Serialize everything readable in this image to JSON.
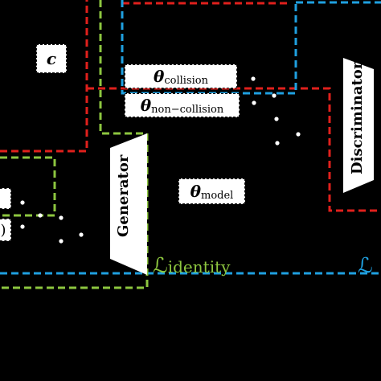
{
  "colors": {
    "background": "#000000",
    "red": "#e0201c",
    "blue": "#1fa0e0",
    "green": "#8dc63f",
    "white": "#ffffff"
  },
  "labels": {
    "c": "c",
    "theta_symbol": "θ",
    "collision_sub": "collision",
    "noncollision_sub": "non−collision",
    "model_sub": "model",
    "left_partial": "",
    "paren_partial": ")",
    "generator": "Generator",
    "discriminator": "Discriminator",
    "loss_symbol": "ℒ",
    "identity_sub": "identity",
    "loss_other": "ℒ"
  }
}
